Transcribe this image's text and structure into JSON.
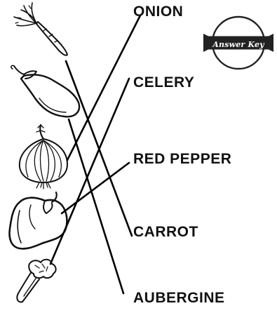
{
  "badge": {
    "label": "Answer Key"
  },
  "words": {
    "onion": "ONION",
    "celery": "CELERY",
    "red_pepper": "RED PEPPER",
    "carrot": "CARROT",
    "aubergine": "AUBERGINE"
  },
  "pictures": [
    "carrot-icon",
    "aubergine-icon",
    "onion-icon",
    "pepper-icon",
    "celery-icon"
  ],
  "matches": [
    {
      "picture": "carrot",
      "word": "CARROT"
    },
    {
      "picture": "aubergine",
      "word": "AUBERGINE"
    },
    {
      "picture": "onion",
      "word": "ONION"
    },
    {
      "picture": "pepper",
      "word": "RED PEPPER"
    },
    {
      "picture": "celery",
      "word": "CELERY"
    }
  ]
}
